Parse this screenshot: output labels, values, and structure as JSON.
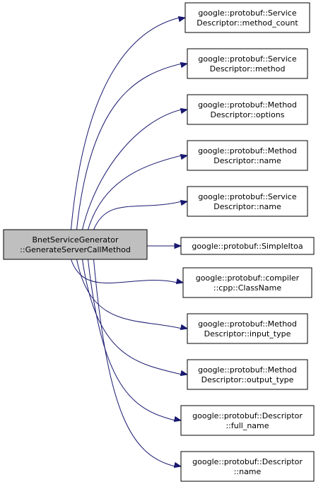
{
  "source": {
    "lines": [
      "BnetServiceGenerator",
      "::GenerateServerCallMethod"
    ]
  },
  "targets": [
    {
      "lines": [
        "google::protobuf::Service",
        "Descriptor::method_count"
      ]
    },
    {
      "lines": [
        "google::protobuf::Service",
        "Descriptor::method"
      ]
    },
    {
      "lines": [
        "google::protobuf::Method",
        "Descriptor::options"
      ]
    },
    {
      "lines": [
        "google::protobuf::Method",
        "Descriptor::name"
      ]
    },
    {
      "lines": [
        "google::protobuf::Service",
        "Descriptor::name"
      ]
    },
    {
      "lines": [
        "google::protobuf::SimpleItoa"
      ]
    },
    {
      "lines": [
        "google::protobuf::compiler",
        "::cpp::ClassName"
      ]
    },
    {
      "lines": [
        "google::protobuf::Method",
        "Descriptor::input_type"
      ]
    },
    {
      "lines": [
        "google::protobuf::Method",
        "Descriptor::output_type"
      ]
    },
    {
      "lines": [
        "google::protobuf::Descriptor",
        "::full_name"
      ]
    },
    {
      "lines": [
        "google::protobuf::Descriptor",
        "::name"
      ]
    }
  ],
  "colors": {
    "edge": "#191970",
    "source_fill": "#bfbfbf",
    "node_fill": "#ffffff",
    "node_stroke": "#000000"
  }
}
